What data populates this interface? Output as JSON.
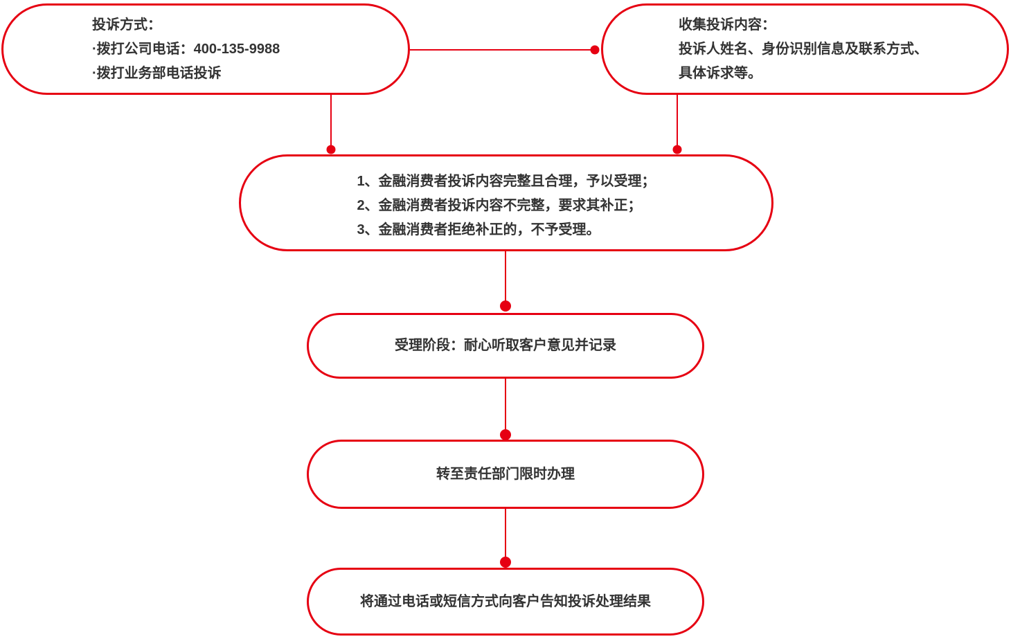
{
  "page": {
    "background": "#ffffff"
  },
  "diagram": {
    "accent_color": "#e60012",
    "text_color": "#333333",
    "nodes": {
      "complaint_methods": {
        "lines": [
          "投诉方式：",
          "·拨打公司电话：400-135-9988",
          "·拨打业务部电话投诉"
        ]
      },
      "collect_content": {
        "lines": [
          "收集投诉内容：",
          "投诉人姓名、身份识别信息及联系方式、",
          "具体诉求等。"
        ]
      },
      "acceptance_rules": {
        "lines": [
          "1、金融消费者投诉内容完整且合理，予以受理；",
          "2、金融消费者投诉内容不完整，要求其补正；",
          "3、金融消费者拒绝补正的，不予受理。"
        ]
      },
      "acceptance_stage": {
        "label": "受理阶段：耐心听取客户意见并记录"
      },
      "transfer_department": {
        "label": "转至责任部门限时办理"
      },
      "notify_result": {
        "label": "将通过电话或短信方式向客户告知投诉处理结果"
      }
    },
    "edges": [
      {
        "from": "complaint_methods",
        "to": "collect_content"
      },
      {
        "from": "complaint_methods",
        "to": "acceptance_rules"
      },
      {
        "from": "collect_content",
        "to": "acceptance_rules"
      },
      {
        "from": "acceptance_rules",
        "to": "acceptance_stage"
      },
      {
        "from": "acceptance_stage",
        "to": "transfer_department"
      },
      {
        "from": "transfer_department",
        "to": "notify_result"
      }
    ]
  }
}
